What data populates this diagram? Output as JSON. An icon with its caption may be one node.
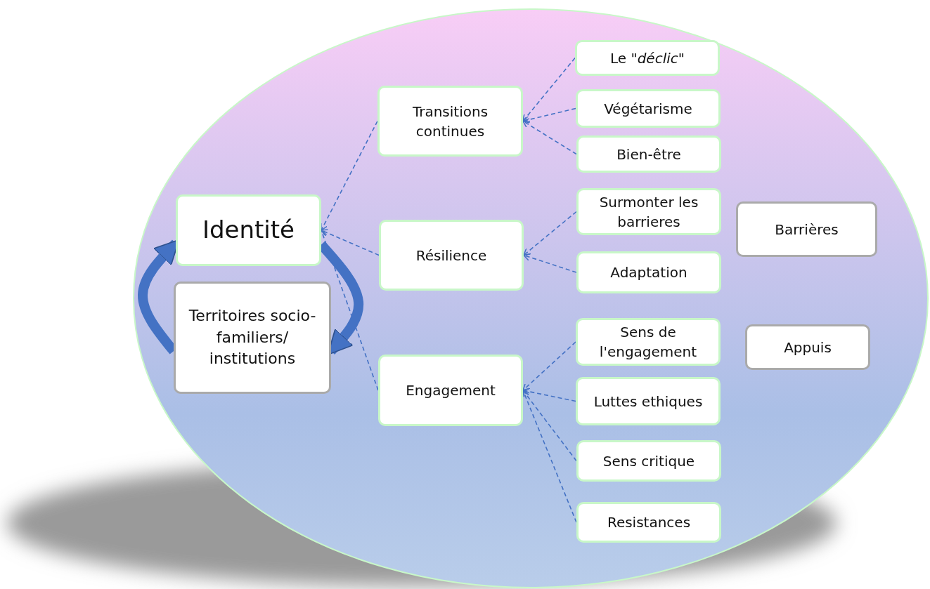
{
  "diagram": {
    "nodes": [
      {
        "text": [
          "Identité"
        ]
      },
      {
        "text": [
          "Territoires socio-familiers/ institutions"
        ]
      },
      {
        "text": [
          "Transitions continues"
        ]
      },
      {
        "text": [
          "Résilience"
        ]
      },
      {
        "text": [
          "Engagement"
        ]
      },
      {
        "text": [
          "Le \"*déclic*\""
        ]
      },
      {
        "text": [
          "Végétarisme"
        ]
      },
      {
        "text": [
          "Bien-être"
        ]
      },
      {
        "text": [
          "Surmonter les barrieres"
        ]
      },
      {
        "text": [
          "Adaptation"
        ]
      },
      {
        "text": [
          "Sens de l'engagement"
        ]
      },
      {
        "text": [
          "Luttes ethiques"
        ]
      },
      {
        "text": [
          "Sens critique"
        ]
      },
      {
        "text": [
          "Resistances"
        ]
      },
      {
        "text": [
          "Barrières"
        ]
      },
      {
        "text": [
          "Appuis"
        ]
      }
    ],
    "edges": [
      {
        "from": 2,
        "to": 0,
        "arrow": "to",
        "style": "dashed"
      },
      {
        "from": 3,
        "to": 0,
        "arrow": "to",
        "style": "dashed"
      },
      {
        "from": 4,
        "to": 0,
        "arrow": "to",
        "style": "dashed"
      },
      {
        "from": 5,
        "to": 2,
        "arrow": "to",
        "style": "dashed"
      },
      {
        "from": 6,
        "to": 2,
        "arrow": "to",
        "style": "dashed"
      },
      {
        "from": 7,
        "to": 2,
        "arrow": "to",
        "style": "dashed"
      },
      {
        "from": 8,
        "to": 3,
        "arrow": "to",
        "style": "dashed"
      },
      {
        "from": 9,
        "to": 3,
        "arrow": "to",
        "style": "dashed"
      },
      {
        "from": 10,
        "to": 4,
        "arrow": "to",
        "style": "dashed"
      },
      {
        "from": 11,
        "to": 4,
        "arrow": "to",
        "style": "dashed"
      },
      {
        "from": 12,
        "to": 4,
        "arrow": "to",
        "style": "dashed"
      },
      {
        "from": 13,
        "to": 4,
        "arrow": "to",
        "style": "dashed"
      },
      {
        "from": 1,
        "to": 0,
        "arrow": "to",
        "style": "thick"
      },
      {
        "from": 0,
        "to": 1,
        "arrow": "to",
        "style": "thick"
      }
    ]
  }
}
